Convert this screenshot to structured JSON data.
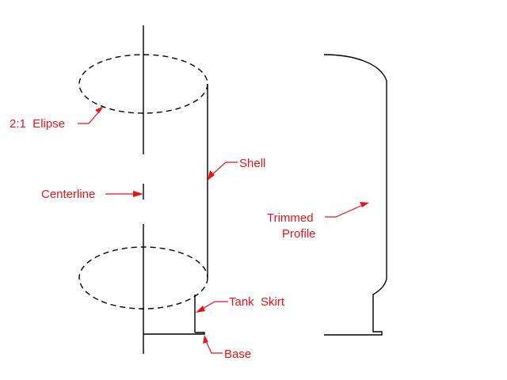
{
  "labels": {
    "ellipse": "2:1  Elipse",
    "centerline": "Centerline",
    "shell": "Shell",
    "trimmed_line1": "Trimmed",
    "trimmed_line2": "Profile",
    "tank_skirt": "Tank  Skirt",
    "base": "Base"
  },
  "colors": {
    "annotation": "#e8141a",
    "geometry": "#000000",
    "background": "#ffffff"
  }
}
